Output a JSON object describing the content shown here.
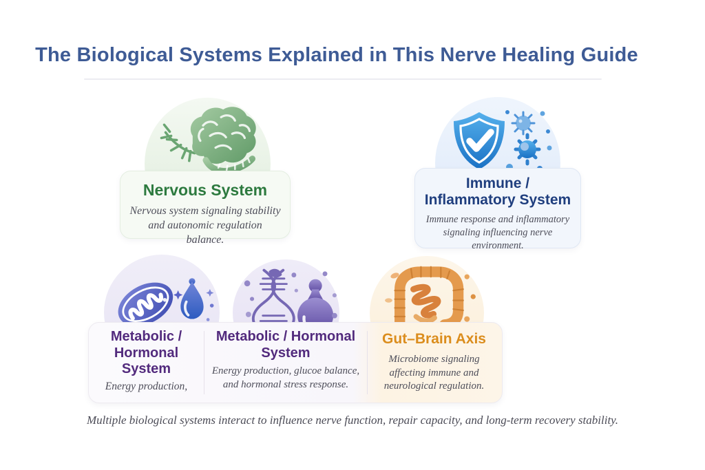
{
  "page": {
    "title": "The Biological Systems Explained in This Nerve Healing Guide",
    "footer_note": "Multiple biological systems interact to influence nerve function, repair capacity, and long-term recovery stability."
  },
  "colors": {
    "title_text": "#3e5b95",
    "nervous_accent": "#2d7a3f",
    "immune_accent": "#1f3e7e",
    "metabolic_accent": "#522a7d",
    "gut_accent": "#db8d1d",
    "description_text": "#4d4d59",
    "nervous_circle_tint": "#e8f2e5",
    "immune_circle_tint": "#e4edfa",
    "metabolic_circle_tint": "#e9e5f5",
    "gut_circle_tint": "#fcf1df"
  },
  "cards": [
    {
      "id": "nervous",
      "icon": "brain-nerve-icon",
      "title": "Nervous System",
      "description": "Nervous system signaling stability and autonomic regulation balance."
    },
    {
      "id": "immune",
      "icon": "shield-check-virus-icon",
      "title": "Immune / Inflammatory System",
      "description": "Immune response and inflammatory signaling influencing nerve environment."
    },
    {
      "id": "metabolic-hormonal-left",
      "icon": "mitochondria-droplet-icon",
      "title": "Metabolic / Hormonal System",
      "description": "Energy production,"
    },
    {
      "id": "metabolic-hormonal-center",
      "icon": "dna-gland-icon",
      "title": "Metabolic / Hormonal System",
      "description": "Energy production, glucoe balance, and hormonal stress response."
    },
    {
      "id": "gut-brain",
      "icon": "intestine-icon",
      "title": "Gut–Brain Axis",
      "description": "Microbiome signaling affecting immune and neurological regulation."
    }
  ]
}
